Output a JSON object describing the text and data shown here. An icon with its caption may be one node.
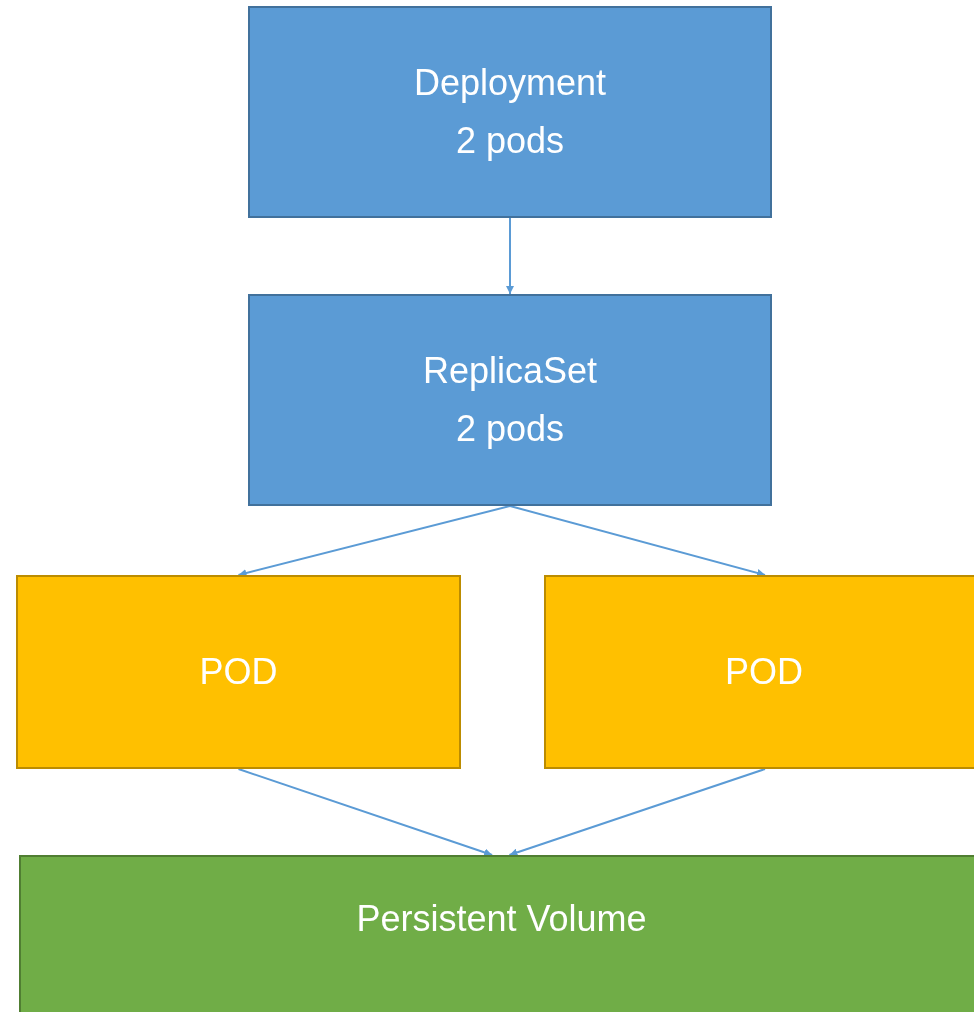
{
  "diagram": {
    "nodes": [
      {
        "text": [
          "Deployment",
          "2 pods"
        ]
      },
      {
        "text": [
          "ReplicaSet",
          "2 pods"
        ]
      },
      {
        "text": [
          "POD"
        ]
      },
      {
        "text": [
          "POD"
        ]
      },
      {
        "text": [
          "Persistent Volume"
        ]
      }
    ],
    "edges": [
      {
        "from": 0,
        "to": 1,
        "arrow": "to"
      },
      {
        "from": 1,
        "to": 2,
        "arrow": "to"
      },
      {
        "from": 1,
        "to": 3,
        "arrow": "to"
      },
      {
        "from": 2,
        "to": 4,
        "arrow": "to"
      },
      {
        "from": 3,
        "to": 4,
        "arrow": "to"
      }
    ]
  }
}
